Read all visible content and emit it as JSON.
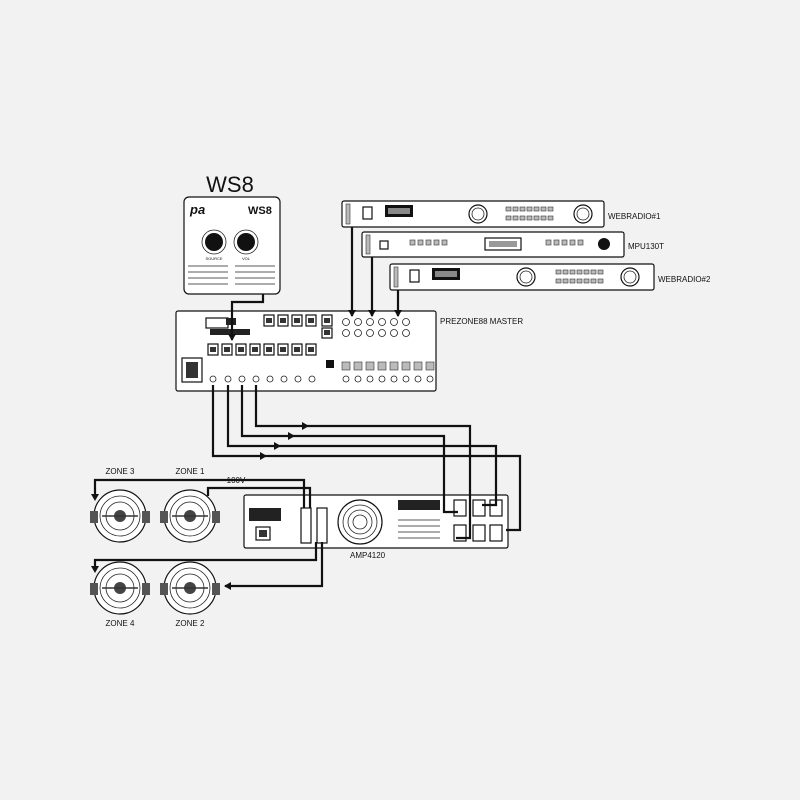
{
  "devices": {
    "ws8": {
      "title": "WS8",
      "logo": "pa",
      "model": "WS8",
      "knob1": "SOURCE",
      "knob2": "VOL"
    },
    "webradio1": {
      "label": "WEBRADIO#1"
    },
    "mpu130t": {
      "label": "MPU130T"
    },
    "webradio2": {
      "label": "WEBRADIO#2"
    },
    "prezone": {
      "label": "PREZONE88 MASTER"
    },
    "amp": {
      "label": "AMP4120"
    }
  },
  "zones": {
    "zone3": "ZONE 3",
    "zone1": "ZONE 1",
    "zone4": "ZONE 4",
    "zone2": "ZONE 2",
    "line_voltage": "100V"
  },
  "icons": [
    "speaker-icon",
    "fan-icon",
    "knob-icon",
    "rj45-port-icon",
    "power-inlet-icon"
  ],
  "colors": {
    "line": "#111111",
    "background": "#f2f2f2"
  }
}
